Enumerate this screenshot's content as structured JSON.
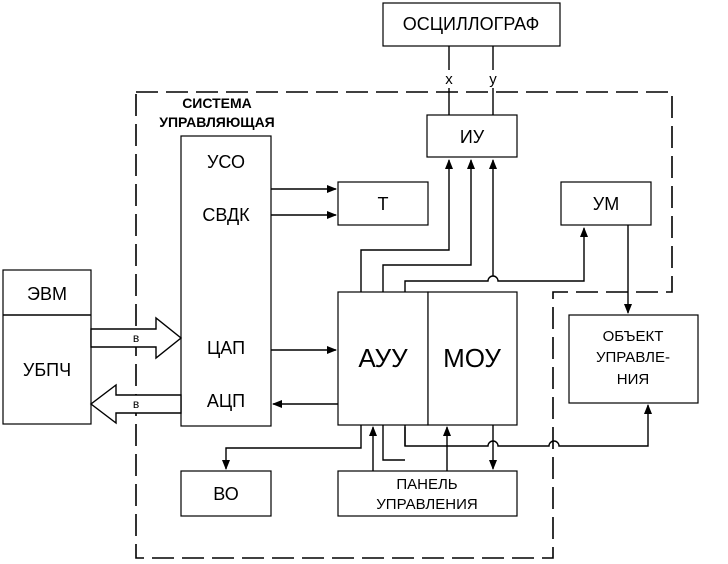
{
  "blocks": {
    "oscillograph": "ОСЦИЛЛОГРАФ",
    "x_label": "x",
    "y_label": "y",
    "system_line1": "СИСТЕМА",
    "system_line2": "УПРАВЛЯЮЩАЯ",
    "iu": "ИУ",
    "uso": "УСО",
    "svdk": "СВДК",
    "tsap": "ЦАП",
    "atsp": "АЦП",
    "t": "Т",
    "um": "УМ",
    "evm": "ЭВМ",
    "ubpch": "УБПЧ",
    "in_label": "в",
    "out_label": "в",
    "auu": "АУУ",
    "mou": "МОУ",
    "object_line1": "ОБЪЕКТ",
    "object_line2": "УПРАВЛЕ-",
    "object_line3": "НИЯ",
    "vo": "ВО",
    "panel_line1": "ПАНЕЛЬ",
    "panel_line2": "УПРАВЛЕНИЯ"
  }
}
